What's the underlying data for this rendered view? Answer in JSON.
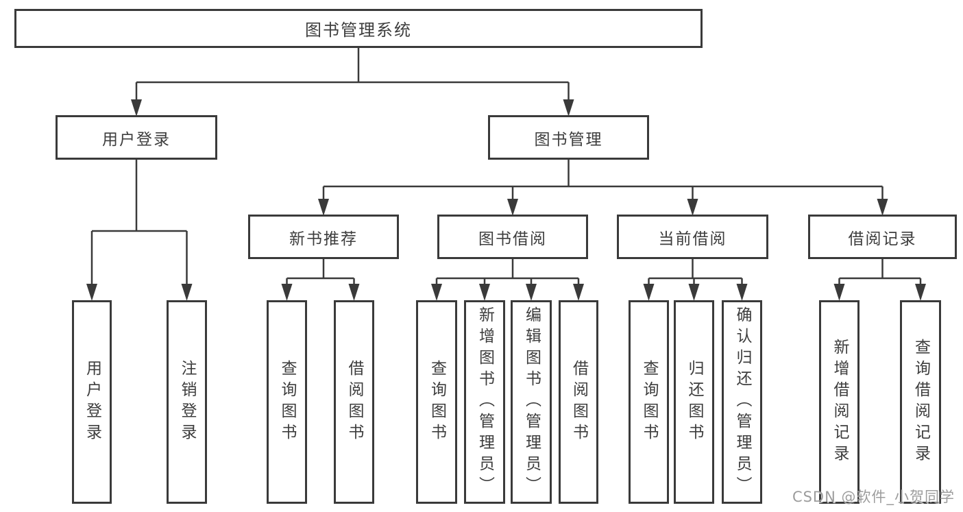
{
  "diagram": {
    "title": "图书管理系统",
    "groups": [
      {
        "label": "用户登录",
        "items": [
          "用户登录",
          "注销登录"
        ]
      },
      {
        "label": "图书管理",
        "subgroups": [
          {
            "label": "新书推荐",
            "items": [
              "查询图书",
              "借阅图书"
            ]
          },
          {
            "label": "图书借阅",
            "items": [
              "查询图书",
              "新增图书（管理员）",
              "编辑图书（管理员）",
              "借阅图书"
            ]
          },
          {
            "label": "当前借阅",
            "items": [
              "查询图书",
              "归还图书",
              "确认归还（管理员）"
            ]
          },
          {
            "label": "借阅记录",
            "items": [
              "新增借阅记录",
              "查询借阅记录"
            ]
          }
        ]
      }
    ]
  },
  "watermark": {
    "text": "CSDN @软件_小贺同学"
  },
  "colors": {
    "line": "#3a3a3a",
    "text": "#3d3d3d",
    "background": "#ffffff",
    "watermark": "#9c9c9c"
  }
}
